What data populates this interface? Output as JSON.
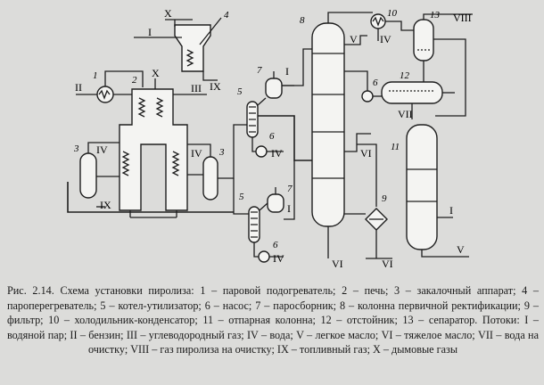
{
  "caption": {
    "lead": "Рис. 2.14.",
    "text": "Схема установки пиролиза: 1 – паровой подогреватель; 2 – печь; 3 – закалочный аппарат; 4 – пароперегреватель; 5 – котел-утилизатор; 6 – насос; 7 – паросборник; 8 – колонна первичной ректификации; 9 – фильтр; 10 – холодильник-конденсатор; 11 – отпарная колонна; 12 – отстойник; 13 – сепаратор. Потоки: I – водяной пар; II – бензин; III – углеводородный газ; IV – вода; V – легкое масло; VI – тяжелое масло; VII – вода на очистку; VIII – газ пиролиза на очистку; IX – топливный газ; X – дымовые газы"
  },
  "equipment": {
    "n1": "1",
    "n2": "2",
    "n3a": "3",
    "n3b": "3",
    "n4": "4",
    "n5a": "5",
    "n5b": "5",
    "n6a": "6",
    "n6b": "6",
    "n6c": "6",
    "n7a": "7",
    "n7b": "7",
    "n8": "8",
    "n9": "9",
    "n10": "10",
    "n11": "11",
    "n12": "12",
    "n13": "13"
  },
  "streams": {
    "x_top": "X",
    "i_top": "I",
    "ix_top": "IX",
    "ii_left": "II",
    "x_furnace": "X",
    "iii": "III",
    "iv_quench_l": "IV",
    "iv_quench_r": "IV",
    "ix_bottom": "IX",
    "i_boiler1": "I",
    "iv_pump1": "IV",
    "i_boiler2": "I",
    "iv_pump2": "IV",
    "v_col8": "V",
    "vi_mid": "VI",
    "vi_bot1": "VI",
    "vi_bot2": "VI",
    "iv_cond": "IV",
    "viii": "VIII",
    "vii": "VII",
    "i_stripper": "I",
    "v_stripper": "V"
  }
}
